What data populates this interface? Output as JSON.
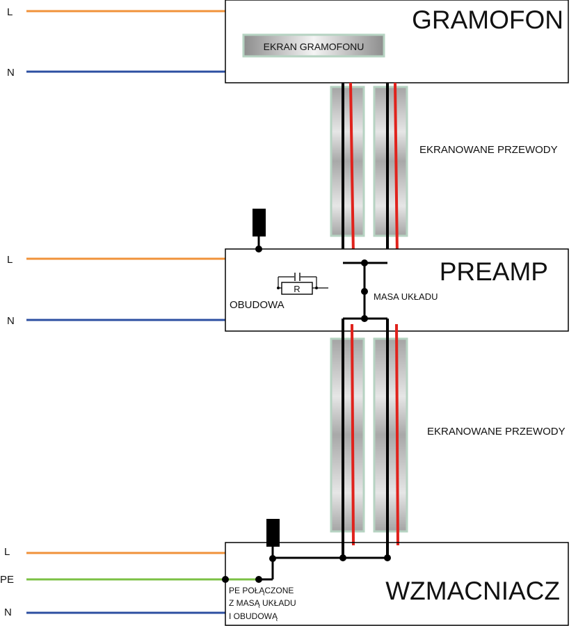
{
  "colors": {
    "line_L": "#f0923a",
    "line_N": "#2c4fa1",
    "line_PE": "#7bc143",
    "wire_signal": "#e0221c",
    "wire_ground": "#000000",
    "shield_border": "#b6d3c2",
    "box_border": "#000000"
  },
  "gramofon": {
    "title": "GRAMOFON",
    "screen_label": "EKRAN GRAMOFONU",
    "line_L": "L",
    "line_N": "N"
  },
  "cables_top": {
    "label": "EKRANOWANE PRZEWODY"
  },
  "preamp": {
    "title": "PREAMP",
    "chassis_label": "OBUDOWA",
    "ground_label": "MASA UKŁADU",
    "resistor_label": "R",
    "line_L": "L",
    "line_N": "N"
  },
  "cables_bottom": {
    "label": "EKRANOWANE PRZEWODY"
  },
  "wzmacniacz": {
    "title": "WZMACNIACZ",
    "pe_note_1": "PE POŁĄCZONE",
    "pe_note_2": "Z MASĄ UKŁADU",
    "pe_note_3": "I OBUDOWĄ",
    "line_L": "L",
    "line_PE": "PE",
    "line_N": "N"
  }
}
